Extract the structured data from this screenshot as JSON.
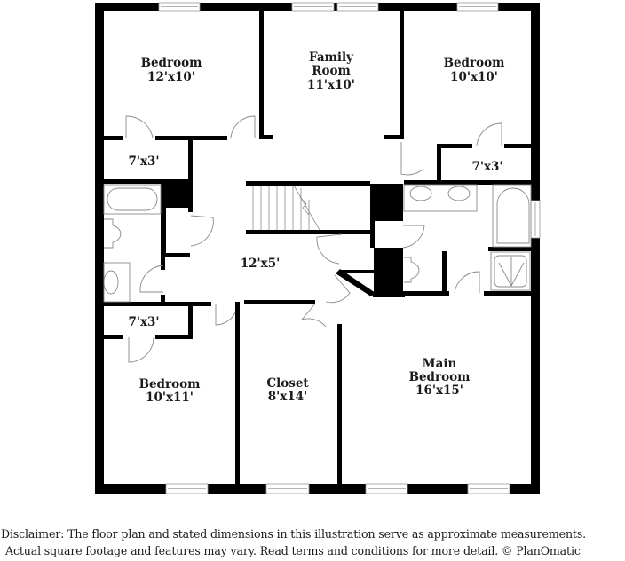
{
  "floor_plan": {
    "rooms": [
      {
        "id": "bedroom-nw",
        "name": "Bedroom",
        "dimensions": "12'x10'"
      },
      {
        "id": "family-room",
        "name": "Family Room",
        "name_lines": [
          "Family",
          "Room"
        ],
        "dimensions": "11'x10'"
      },
      {
        "id": "bedroom-ne",
        "name": "Bedroom",
        "dimensions": "10'x10'"
      },
      {
        "id": "closet-nw",
        "name": "",
        "dimensions": "7'x3'"
      },
      {
        "id": "closet-ne",
        "name": "",
        "dimensions": "7'x3'"
      },
      {
        "id": "hallway",
        "name": "",
        "dimensions": "12'x5'"
      },
      {
        "id": "closet-sw",
        "name": "",
        "dimensions": "7'x3'"
      },
      {
        "id": "bedroom-sw",
        "name": "Bedroom",
        "dimensions": "10'x11'"
      },
      {
        "id": "closet-s",
        "name": "Closet",
        "dimensions": "8'x14'"
      },
      {
        "id": "main-bedroom",
        "name": "Main Bedroom",
        "name_lines": [
          "Main",
          "Bedroom"
        ],
        "dimensions": "16'x15'"
      }
    ],
    "colors": {
      "wall": "#000000",
      "fixture_stroke": "#8a8a8a",
      "background": "#ffffff",
      "text": "#1a1a1a"
    }
  },
  "disclaimer": {
    "line1": "Disclaimer: The floor plan and stated dimensions in this illustration serve as approximate measurements.",
    "line2": "Actual square footage and features may vary. Read terms and conditions for more detail. © PlanOmatic"
  }
}
